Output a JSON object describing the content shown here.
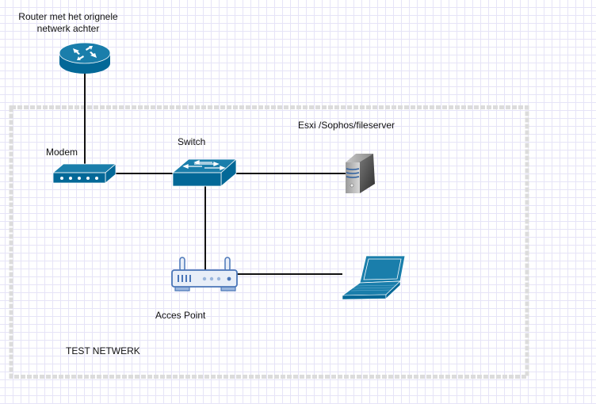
{
  "diagram": {
    "title": "TEST NETWERK",
    "colors": {
      "device_blue": "#036897",
      "ap_blue": "#4a76b8",
      "ap_fill": "#e8eef8",
      "link": "#111111",
      "group_border": "#dcdcdc"
    },
    "nodes": [
      {
        "id": "router",
        "label_line1": "Router met het orignele",
        "label_line2": "netwerk achter",
        "icon": "router-icon"
      },
      {
        "id": "modem",
        "label": "Modem",
        "icon": "modem-icon"
      },
      {
        "id": "switch",
        "label": "Switch",
        "icon": "switch-icon"
      },
      {
        "id": "server",
        "label": "Esxi /Sophos/fileserver",
        "icon": "server-icon"
      },
      {
        "id": "access_point",
        "label": "Acces Point",
        "icon": "access-point-icon"
      },
      {
        "id": "laptop",
        "label": "",
        "icon": "laptop-icon"
      }
    ],
    "links": [
      {
        "from": "router",
        "to": "modem"
      },
      {
        "from": "modem",
        "to": "switch"
      },
      {
        "from": "switch",
        "to": "server"
      },
      {
        "from": "switch",
        "to": "access_point"
      },
      {
        "from": "access_point",
        "to": "laptop"
      }
    ],
    "group": {
      "label": "TEST NETWERK"
    }
  }
}
